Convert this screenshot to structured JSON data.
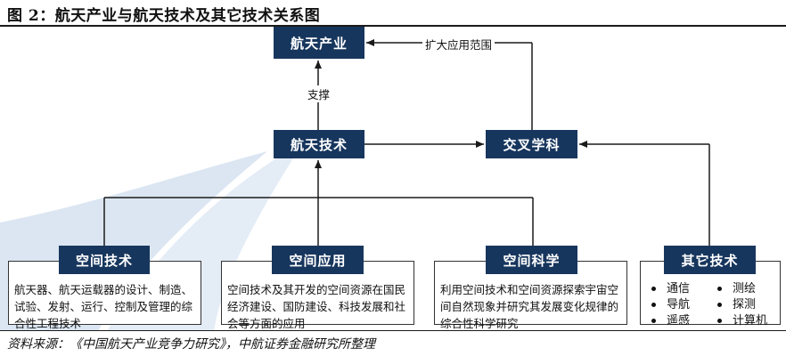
{
  "title": "图 2：航天产业与航天技术及其它技术关系图",
  "nodes": {
    "aerospace_industry": "航天产业",
    "aerospace_technology": "航天技术",
    "interdisciplinary": "交叉学科",
    "space_technology": "空间技术",
    "space_application": "空间应用",
    "space_science": "空间科学",
    "other_technology": "其它技术"
  },
  "edge_labels": {
    "support": "支撑",
    "expand_scope": "扩大应用范围"
  },
  "descriptions": {
    "space_technology": "航天器、航天运载器的设计、制造、试验、发射、运行、控制及管理的综合性工程技术",
    "space_application": "空间技术及其开发的空间资源在国民经济建设、国防建设、科技发展和社会等方面的应用",
    "space_science": "利用空间技术和空间资源探索宇宙空间自然现象并研究其发展变化规律的综合性科学研究"
  },
  "other_technology_items": [
    "通信",
    "测绘",
    "导航",
    "探测",
    "遥感",
    "计算机"
  ],
  "source": "资料来源：《中国航天产业竞争力研究》，中航证券金融研究所整理",
  "colors": {
    "box_fill": "#17365d",
    "box_text": "#ffffff",
    "connector": "#1a1a1a",
    "watermark": "#dbe6f2"
  }
}
